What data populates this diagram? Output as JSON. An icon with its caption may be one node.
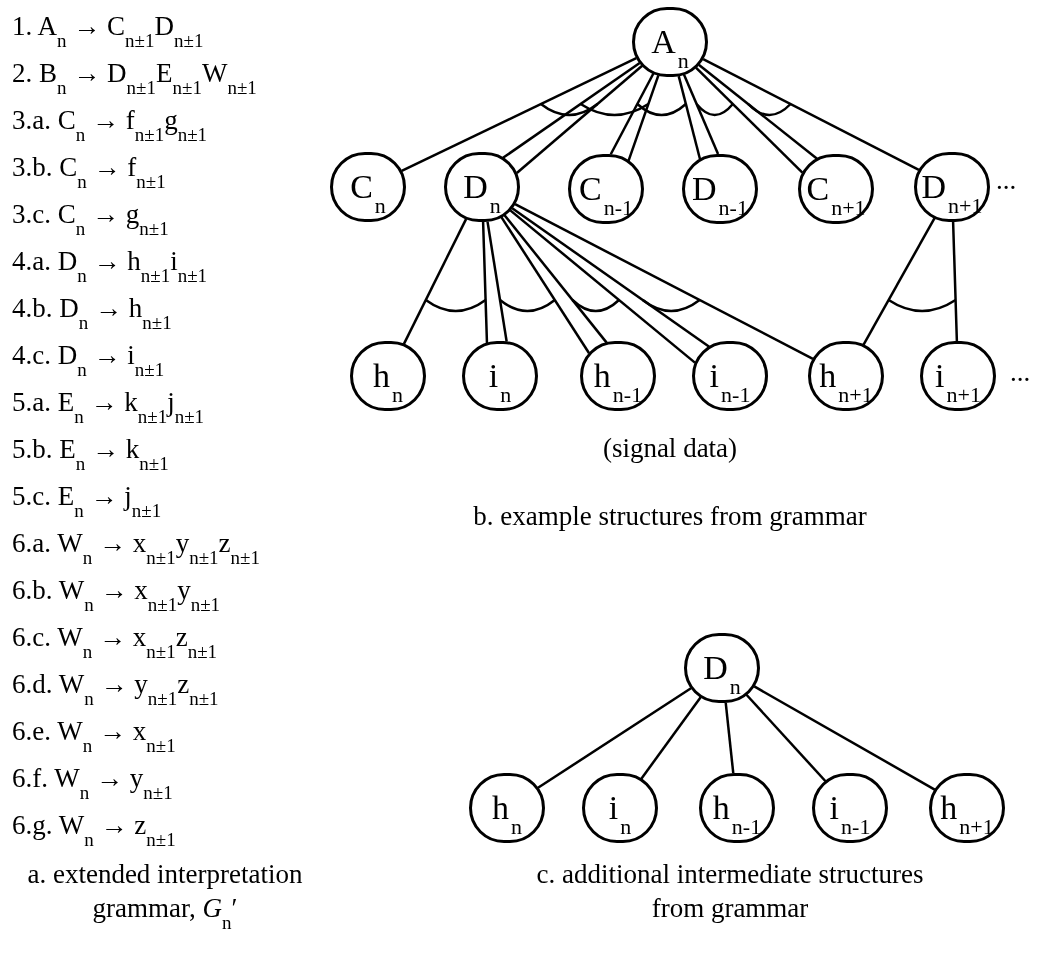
{
  "diagram": {
    "nodes": [
      {
        "text": [
          "A$_{n}$"
        ]
      },
      {
        "text": [
          "C$_{n}$"
        ]
      },
      {
        "text": [
          "D$_{n}$"
        ]
      },
      {
        "text": [
          "C$_{n-1}$"
        ]
      },
      {
        "text": [
          "D$_{n-1}$"
        ]
      },
      {
        "text": [
          "C$_{n+1}$"
        ]
      },
      {
        "text": [
          "D$_{n+1}$"
        ]
      },
      {
        "text": [
          "h$_{n}$"
        ]
      },
      {
        "text": [
          "i$_{n}$"
        ]
      },
      {
        "text": [
          "h$_{n-1}$"
        ]
      },
      {
        "text": [
          "i$_{n-1}$"
        ]
      },
      {
        "text": [
          "h$_{n+1}$"
        ]
      },
      {
        "text": [
          "i$_{n+1}$"
        ]
      },
      {
        "text": [
          "D$_{n}$"
        ]
      },
      {
        "text": [
          "h$_{n}$"
        ]
      },
      {
        "text": [
          "i$_{n}$"
        ]
      },
      {
        "text": [
          "h$_{n-1}$"
        ]
      },
      {
        "text": [
          "i$_{n-1}$"
        ]
      },
      {
        "text": [
          "h$_{n+1}$"
        ]
      }
    ],
    "edges": [
      {
        "from": 0,
        "to": 1,
        "arrow": "none"
      },
      {
        "from": 0,
        "to": 2,
        "arrow": "none"
      },
      {
        "from": 0,
        "to": 2,
        "arrow": "none"
      },
      {
        "from": 0,
        "to": 3,
        "arrow": "none"
      },
      {
        "from": 0,
        "to": 3,
        "arrow": "none"
      },
      {
        "from": 0,
        "to": 4,
        "arrow": "none"
      },
      {
        "from": 0,
        "to": 4,
        "arrow": "none"
      },
      {
        "from": 0,
        "to": 5,
        "arrow": "none"
      },
      {
        "from": 0,
        "to": 5,
        "arrow": "none"
      },
      {
        "from": 0,
        "to": 6,
        "arrow": "none"
      },
      {
        "from": 2,
        "to": 7,
        "arrow": "none"
      },
      {
        "from": 2,
        "to": 8,
        "arrow": "none"
      },
      {
        "from": 2,
        "to": 8,
        "arrow": "none"
      },
      {
        "from": 2,
        "to": 9,
        "arrow": "none"
      },
      {
        "from": 2,
        "to": 9,
        "arrow": "none"
      },
      {
        "from": 2,
        "to": 10,
        "arrow": "none"
      },
      {
        "from": 2,
        "to": 10,
        "arrow": "none"
      },
      {
        "from": 2,
        "to": 11,
        "arrow": "none"
      },
      {
        "from": 6,
        "to": 11,
        "arrow": "none"
      },
      {
        "from": 6,
        "to": 12,
        "arrow": "none"
      },
      {
        "from": 13,
        "to": 14,
        "arrow": "none"
      },
      {
        "from": 13,
        "to": 15,
        "arrow": "none"
      },
      {
        "from": 13,
        "to": 16,
        "arrow": "none"
      },
      {
        "from": 13,
        "to": 17,
        "arrow": "none"
      },
      {
        "from": 13,
        "to": 18,
        "arrow": "none"
      }
    ],
    "labels": [
      "1. A$_{n}$ → C$_{n±1}$D$_{n±1}$",
      "2. B$_{n}$ → D$_{n±1}$E$_{n±1}$W$_{n±1}$",
      "3.a. C$_{n}$ → f$_{n±1}$g$_{n±1}$",
      "3.b. C$_{n}$ → f$_{n±1}$",
      "3.c. C$_{n}$ → g$_{n±1}$",
      "4.a. D$_{n}$ → h$_{n±1}$i$_{n±1}$",
      "4.b. D$_{n}$ → h$_{n±1}$",
      "4.c. D$_{n}$ → i$_{n±1}$",
      "5.a. E$_{n}$ → k$_{n±1}$j$_{n±1}$",
      "5.b. E$_{n}$ → k$_{n±1}$",
      "5.c. E$_{n}$ → j$_{n±1}$",
      "6.a. W$_{n}$ → x$_{n±1}$y$_{n±1}$z$_{n±1}$",
      "6.b. W$_{n}$ → x$_{n±1}$y$_{n±1}$",
      "6.c. W$_{n}$ → x$_{n±1}$z$_{n±1}$",
      "6.d. W$_{n}$ → y$_{n±1}$z$_{n±1}$",
      "6.e. W$_{n}$ → x$_{n±1}$",
      "6.f. W$_{n}$ → y$_{n±1}$",
      "6.g. W$_{n}$ → z$_{n±1}$",
      "...",
      "...",
      "(signal data)",
      "b. example structures from grammar",
      "a. extended interpretation grammar, *G*$_{n}$′",
      "c. additional intermediate structures from grammar"
    ]
  }
}
